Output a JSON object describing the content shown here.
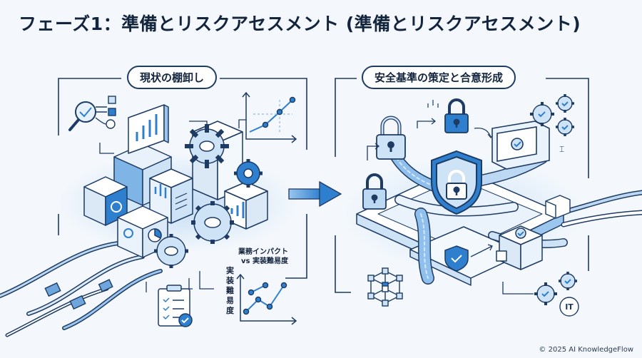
{
  "header": {
    "title": "フェーズ1：準備とリスクアセスメント (準備とリスクアセスメント)"
  },
  "left_panel": {
    "label": "現状の棚卸し",
    "chart_title_line1": "業務インパクト",
    "chart_title_line2": "vs 実装難易度",
    "chart_ylabel": "実装難易度"
  },
  "right_panel": {
    "label": "安全基準の策定と合意形成",
    "it_badge": "IT"
  },
  "footer": {
    "copyright": "© 2025 AI KnowledgeFlow"
  },
  "colors": {
    "navy": "#1d3b63",
    "blue": "#2f7fcf",
    "light_blue": "#bcd8f3",
    "background": "#f4f8fc"
  }
}
